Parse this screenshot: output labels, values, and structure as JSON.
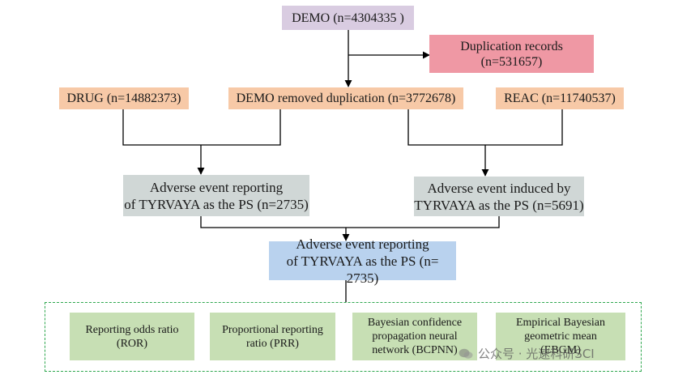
{
  "colors": {
    "demo": "#d9cce1",
    "duplication": "#ef98a4",
    "orange": "#f7c9a7",
    "gray": "#d0d7d6",
    "blue": "#b9d2ee",
    "green": "#c7dfb4",
    "dashed_border": "#2fa84f",
    "line": "#000000"
  },
  "nodes": {
    "demo": "DEMO (n=4304335 )",
    "duplication": "Duplication records\n(n=531657)",
    "drug": "DRUG (n=14882373)",
    "demo_removed": "DEMO removed duplication (n=3772678)",
    "reac": "REAC (n=11740537)",
    "ae_reporting": "Adverse event reporting\nof TYRVAYA as the PS (n=2735)",
    "ae_induced": "Adverse event induced by\nTYRVAYA as the PS (n=5691)",
    "ae_final": "Adverse event reporting\nof TYRVAYA as the PS (n= 2735)"
  },
  "methods": [
    "Reporting odds ratio\n(ROR)",
    "Proportional reporting\nratio (PRR)",
    "Bayesian confidence\npropagation neural\nnetwork (BCPNN)",
    "Empirical Bayesian\ngeometric mean\n(EBGM)"
  ],
  "watermark": {
    "text": "公众号 · 光速科研SCI",
    "icon": "wechat-icon"
  }
}
